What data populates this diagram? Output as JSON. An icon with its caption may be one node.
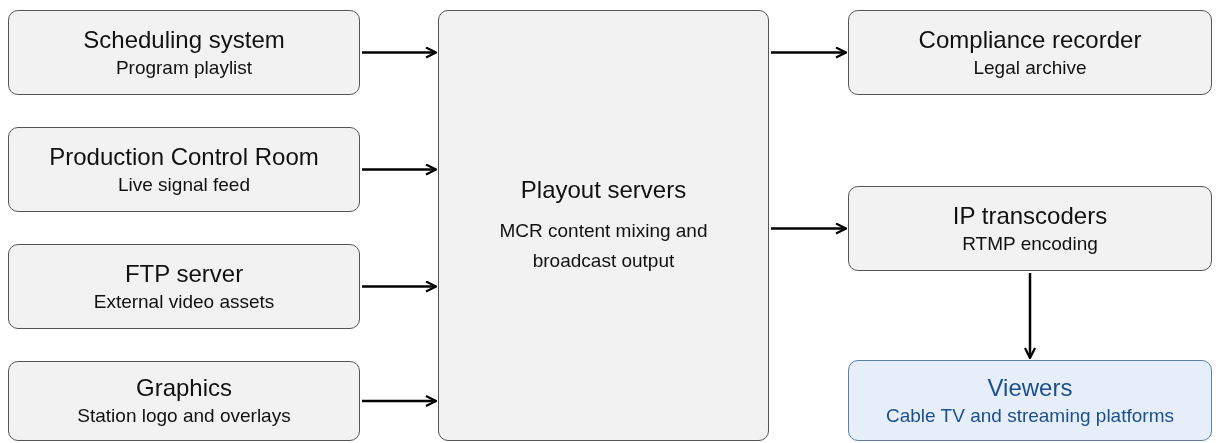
{
  "diagram": {
    "nodes": [
      {
        "text": [
          "Scheduling system",
          "Program playlist"
        ]
      },
      {
        "text": [
          "Production Control Room",
          "Live signal feed"
        ]
      },
      {
        "text": [
          "FTP server",
          "External video assets"
        ]
      },
      {
        "text": [
          "Graphics",
          "Station logo and overlays"
        ]
      },
      {
        "text": [
          "Playout servers",
          "MCR content mixing and broadcast output"
        ]
      },
      {
        "text": [
          "Compliance recorder",
          "Legal archive"
        ]
      },
      {
        "text": [
          "IP transcoders",
          "RTMP encoding"
        ]
      },
      {
        "text": [
          "Viewers",
          "Cable TV and streaming platforms"
        ]
      }
    ],
    "edges": [
      {
        "from": 0,
        "to": 4,
        "arrow": "to"
      },
      {
        "from": 1,
        "to": 4,
        "arrow": "to"
      },
      {
        "from": 2,
        "to": 4,
        "arrow": "to"
      },
      {
        "from": 3,
        "to": 4,
        "arrow": "to"
      },
      {
        "from": 4,
        "to": 5,
        "arrow": "to"
      },
      {
        "from": 4,
        "to": 6,
        "arrow": "to"
      },
      {
        "from": 6,
        "to": 7,
        "arrow": "to"
      }
    ]
  }
}
